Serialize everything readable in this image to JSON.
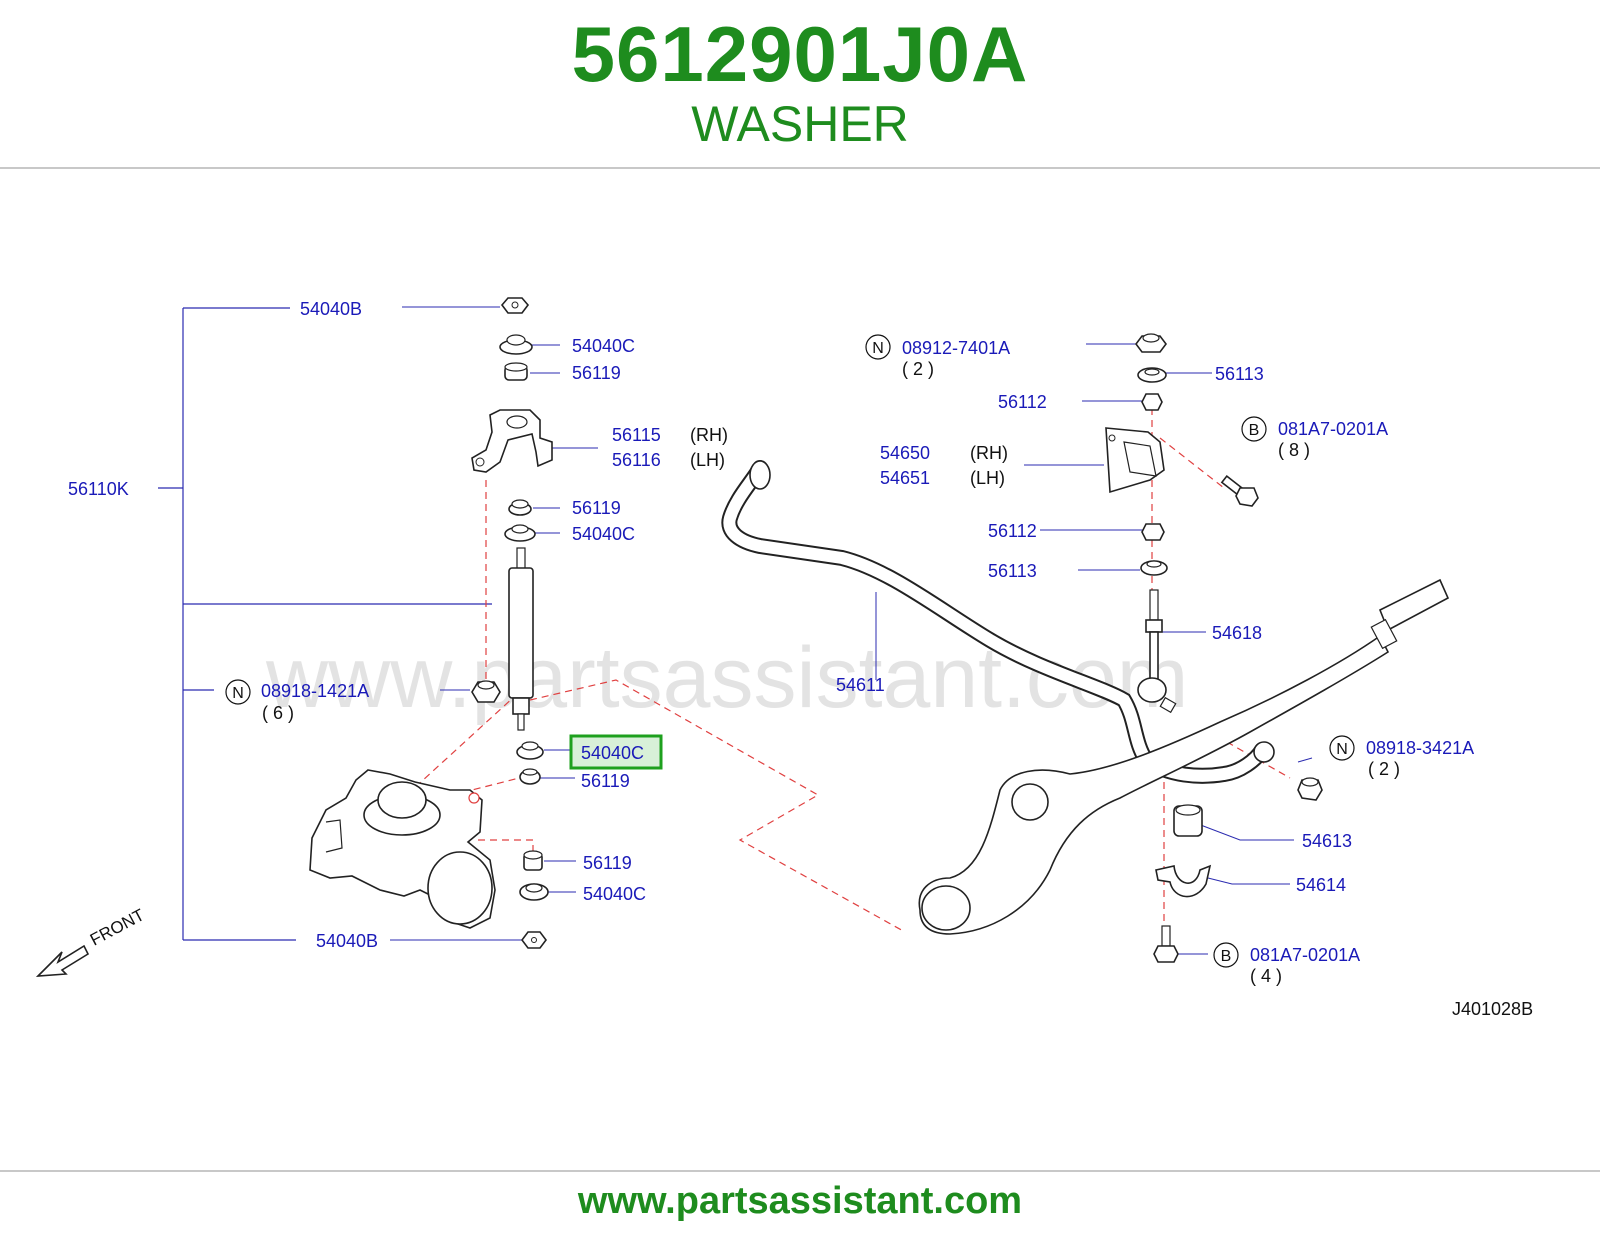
{
  "header": {
    "part_number": "5612901J0A",
    "part_name": "WASHER"
  },
  "watermark": "www.partsassistant.com",
  "footer": {
    "url": "www.partsassistant.com"
  },
  "diagram": {
    "code": "J401028B",
    "front_label": "FRONT",
    "highlighted_label": "54040C",
    "labels": {
      "l_54040b_top": "54040B",
      "l_54040c_1": "54040C",
      "l_56119_1": "56119",
      "l_56115": "56115",
      "l_rh_1": "(RH)",
      "l_56116": "56116",
      "l_lh_1": "(LH)",
      "l_56110k": "56110K",
      "l_56119_2": "56119",
      "l_54040c_2": "54040C",
      "l_08918_1421a": "08918-1421A",
      "l_qty_6": "( 6 )",
      "l_56119_3": "56119",
      "l_56119_4": "56119",
      "l_54040c_4": "54040C",
      "l_54040b_bottom": "54040B",
      "l_08912_7401a": "08912-7401A",
      "l_qty_2a": "( 2 )",
      "l_56113_1": "56113",
      "l_56112_1": "56112",
      "l_081a7_0201a_1": "081A7-0201A",
      "l_qty_8": "( 8 )",
      "l_54650": "54650",
      "l_rh_2": "(RH)",
      "l_54651": "54651",
      "l_lh_2": "(LH)",
      "l_56112_2": "56112",
      "l_56113_2": "56113",
      "l_54618": "54618",
      "l_54611": "54611",
      "l_08918_3421a": "08918-3421A",
      "l_qty_2b": "( 2 )",
      "l_54613": "54613",
      "l_54614": "54614",
      "l_081a7_0201a_2": "081A7-0201A",
      "l_qty_4": "( 4 )"
    },
    "circle_marks": {
      "n1": "N",
      "n2": "N",
      "n3": "N",
      "b1": "B",
      "b2": "B"
    }
  }
}
